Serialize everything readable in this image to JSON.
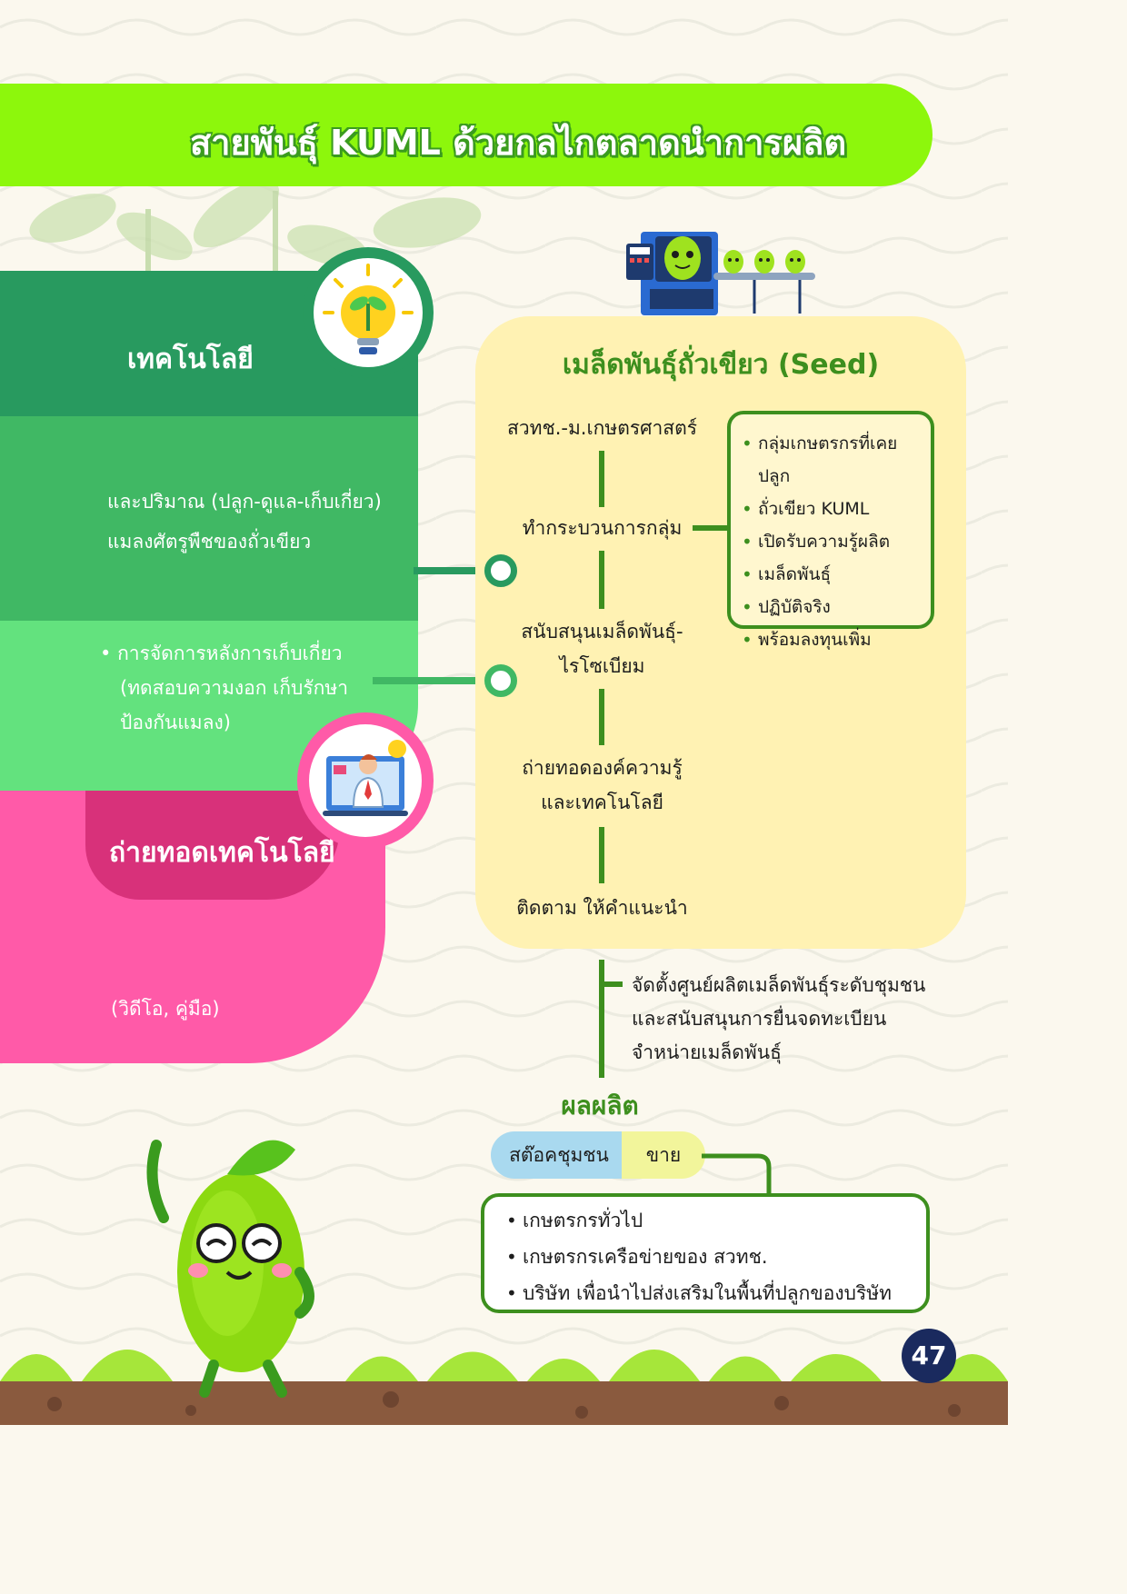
{
  "header": {
    "title": "สายพันธุ์ KUML ด้วยกลไกตลาดนำการผลิต"
  },
  "left": {
    "technology_heading": "เทคโนโลยี",
    "tech_line1": "และปริมาณ (ปลูก-ดูแล-เก็บเกี่ยว)",
    "tech_line2": "แมลงศัตรูพืชของถั่วเขียว",
    "post_harvest": {
      "line1": "การจัดการหลังการเก็บเกี่ยว",
      "line2": "(ทดสอบความงอก เก็บรักษา",
      "line3": "ป้องกันแมลง)"
    },
    "transfer_heading": "ถ่ายทอดเทคโนโลยี",
    "media_text": "(วิดีโอ, คู่มือ)"
  },
  "seed_panel": {
    "title": "เมล็ดพันธุ์ถั่วเขียว (Seed)",
    "steps": [
      {
        "line1": "สวทช.-ม.เกษตรศาสตร์",
        "line2": ""
      },
      {
        "line1": "ทำกระบวนการกลุ่ม",
        "line2": ""
      },
      {
        "line1": "สนับสนุนเมล็ดพันธุ์-",
        "line2": "ไรโซเบียม"
      },
      {
        "line1": "ถ่ายทอดองค์ความรู้",
        "line2": "และเทคโนโลยี"
      },
      {
        "line1": "ติดตาม ให้คำแนะนำ",
        "line2": ""
      }
    ],
    "group_items": [
      "กลุ่มเกษตรกรที่เคยปลูก",
      "ถั่วเขียว KUML",
      "เปิดรับความรู้ผลิต",
      "เมล็ดพันธุ์",
      "ปฏิบัติจริง",
      "พร้อมลงทุนเพิ่ม"
    ]
  },
  "center": {
    "line1": "จัดตั้งศูนย์ผลิตเมล็ดพันธุ์ระดับชุมชน",
    "line2": "และสนับสนุนการยื่นจดทะเบียน",
    "line3": "จำหน่ายเมล็ดพันธุ์"
  },
  "products": {
    "title": "ผลผลิต",
    "stock_label": "สต๊อคชุมชน",
    "sell_label": "ขาย",
    "buyers": [
      "เกษตรกรทั่วไป",
      "เกษตรกรเครือข่ายของ สวทช.",
      "บริษัท เพื่อนำไปส่งเสริมในพื้นที่ปลูกของบริษัท"
    ]
  },
  "page_number": "47",
  "icons": [
    "lightbulb-plant-icon",
    "presenter-screen-icon",
    "seed-machine-icon",
    "bean-mascot-icon"
  ],
  "colors": {
    "title_green": "#8df70c",
    "dark_green": "#289a5f",
    "mid_green": "#40b864",
    "light_green": "#63e27e",
    "pink": "#ff5aa8",
    "dark_pink": "#d8317a",
    "panel_yellow": "#fff2b3",
    "text_green": "#3d8f1e",
    "page_navy": "#1a2a5e"
  }
}
